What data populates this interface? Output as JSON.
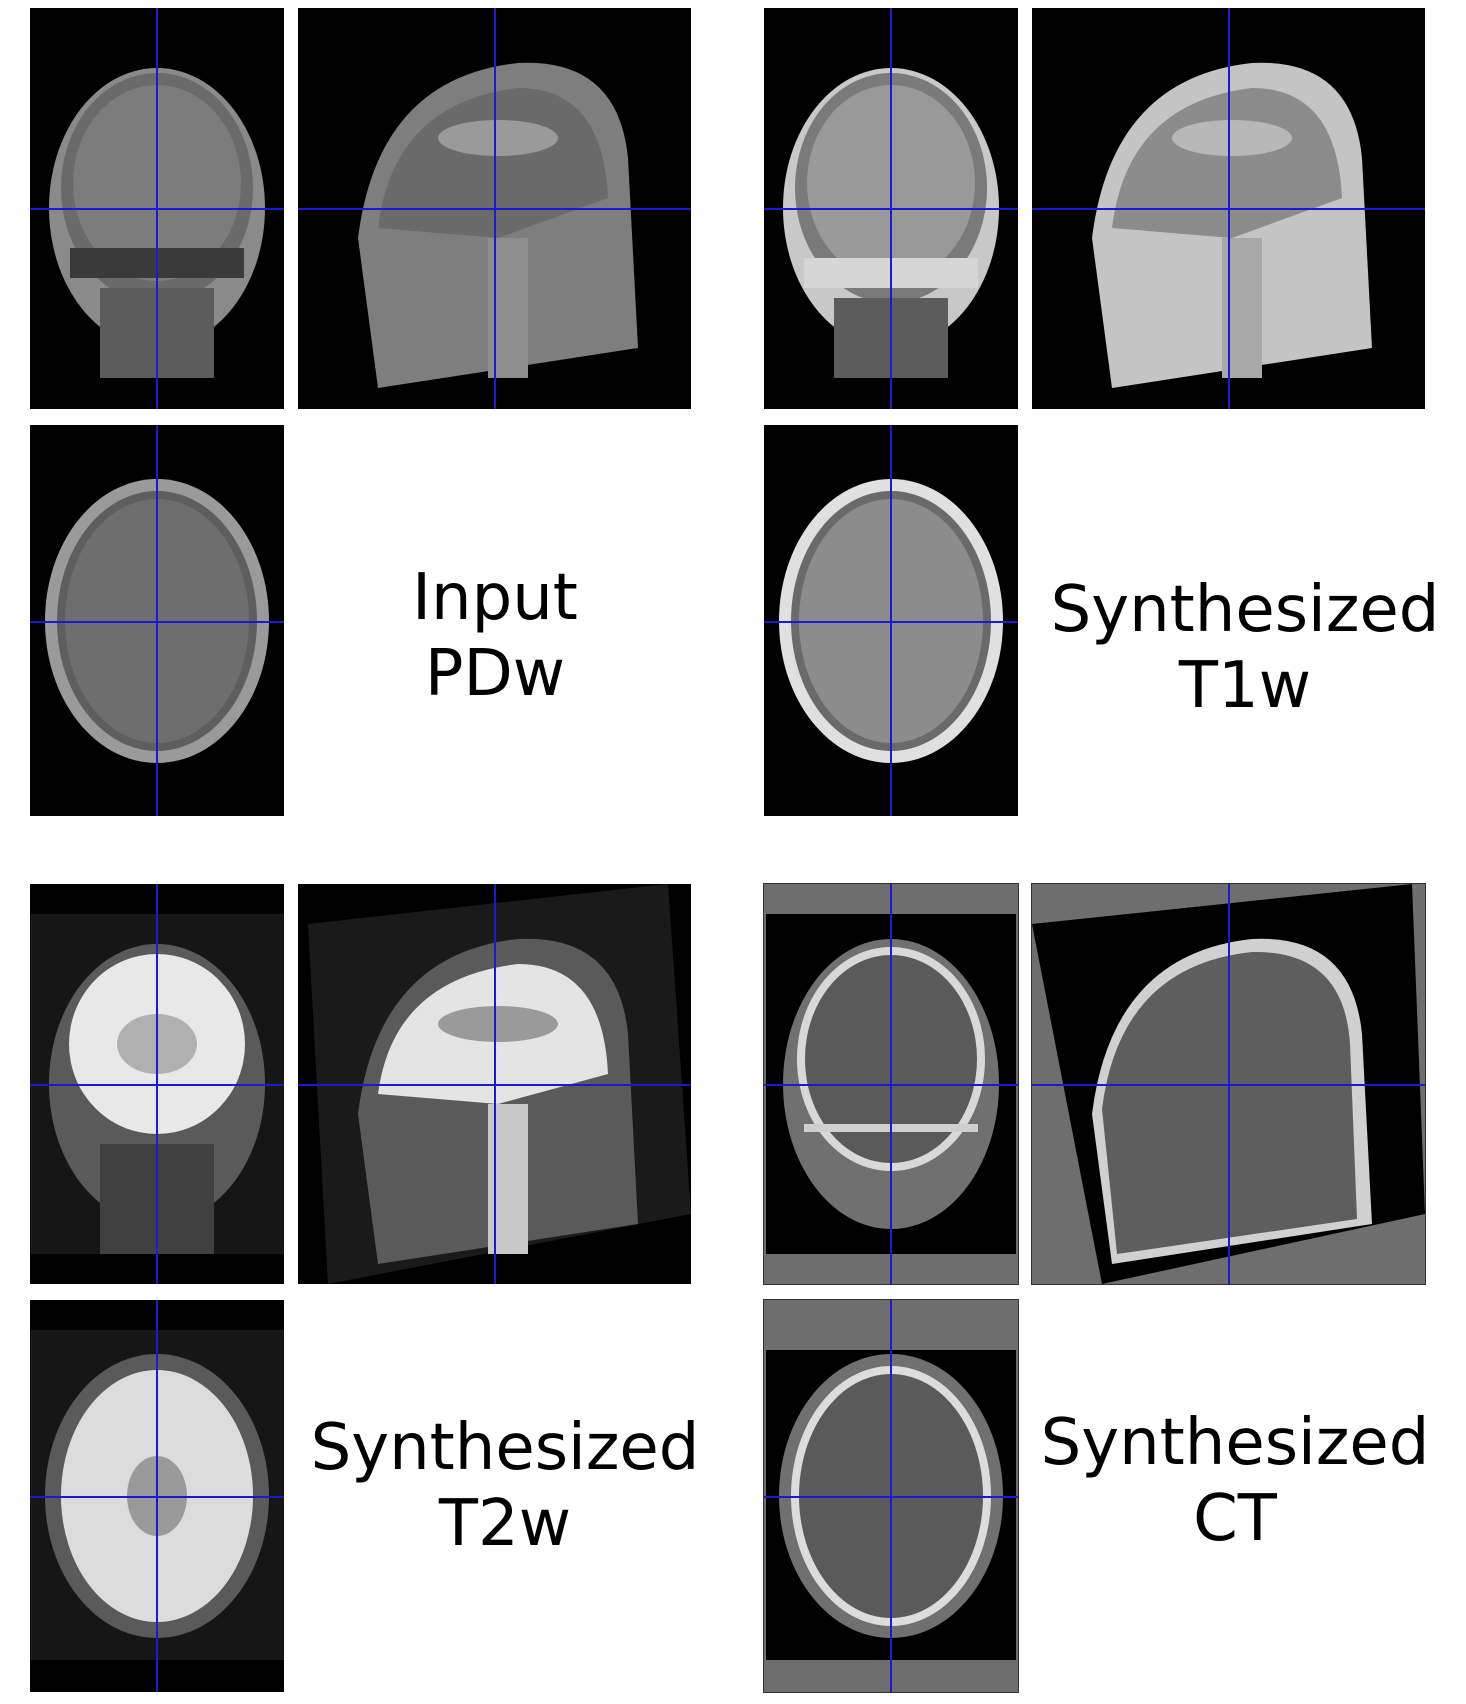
{
  "labels": {
    "pdw": {
      "line1": "Input",
      "line2": "PDw"
    },
    "t1w": {
      "line1": "Synthesized",
      "line2": "T1w"
    },
    "t2w": {
      "line1": "Synthesized",
      "line2": "T2w"
    },
    "ct": {
      "line1": "Synthesized",
      "line2": "CT"
    }
  },
  "colors": {
    "crosshair": "#1a1ad6",
    "panel_bg": "#000000",
    "ct_bg": "#6e6e6e"
  }
}
